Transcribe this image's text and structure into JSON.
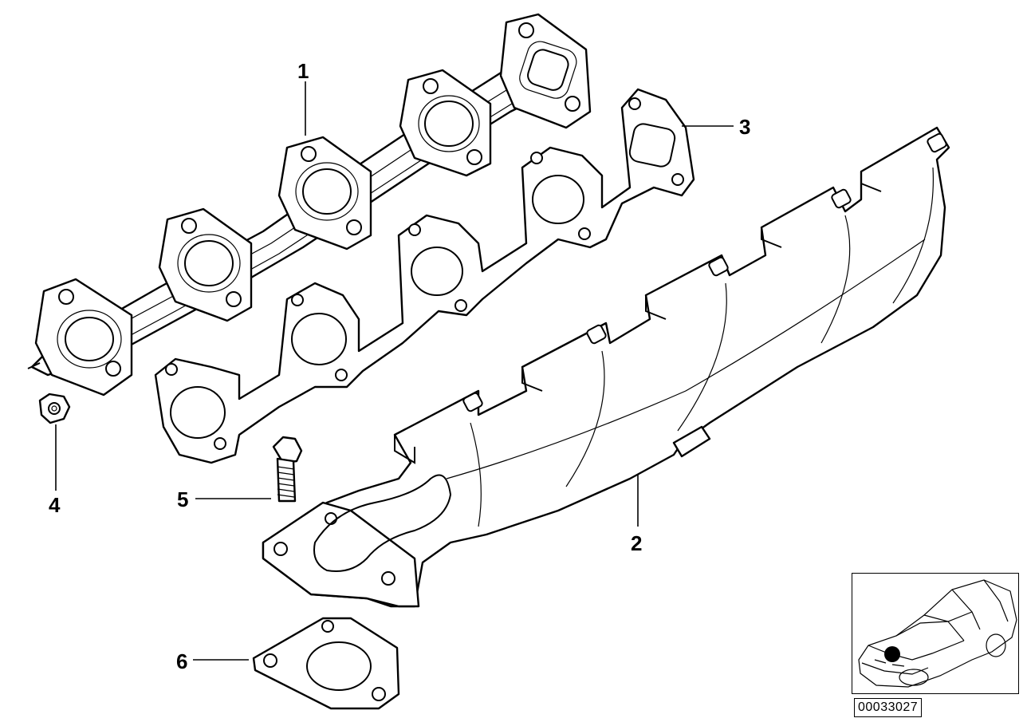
{
  "callouts": [
    {
      "id": "1",
      "label": "1"
    },
    {
      "id": "2",
      "label": "2"
    },
    {
      "id": "3",
      "label": "3"
    },
    {
      "id": "4",
      "label": "4"
    },
    {
      "id": "5",
      "label": "5"
    },
    {
      "id": "6",
      "label": "6"
    }
  ],
  "part_number": "00033027",
  "colors": {
    "line": "#000000",
    "background": "#ffffff"
  }
}
